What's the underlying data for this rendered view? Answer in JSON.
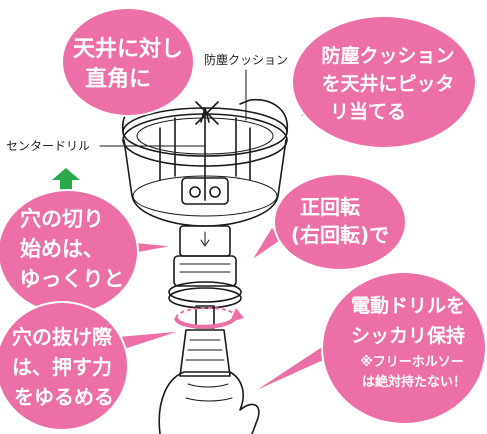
{
  "colors": {
    "bubble_fill": "#ec6fa7",
    "bubble_stroke": "#ffffff",
    "bubble_text": "#ffffff",
    "arrow_green": "#2aa84a",
    "label_text": "#222222",
    "line_art": "#1a1a1a"
  },
  "labels": {
    "dust_cushion": "防塵クッション",
    "center_drill": "センタードリル"
  },
  "bubbles": {
    "perpendicular": {
      "line1": "天井に対し",
      "line2": "直角に"
    },
    "cushion_fit": {
      "line1": "防塵クッション",
      "line2": "を天井にピッタ",
      "line3": "リ当てる"
    },
    "start_slow": {
      "line1": "穴の切り",
      "line2": "始めは、",
      "line3": "ゆっくりと"
    },
    "rotation": {
      "line1": "正回転",
      "line2": "(右回転)で"
    },
    "release": {
      "line1": "穴の抜け際",
      "line2": "は、押す力",
      "line3": "をゆるめる"
    },
    "hold_drill": {
      "line1": "電動ドリルを",
      "line2": "シッカリ保持",
      "note1": "※フリーホルソー",
      "note2": "は絶対持たない！"
    }
  },
  "icons": [
    "up-arrow-icon",
    "rotation-arrow-icon"
  ]
}
